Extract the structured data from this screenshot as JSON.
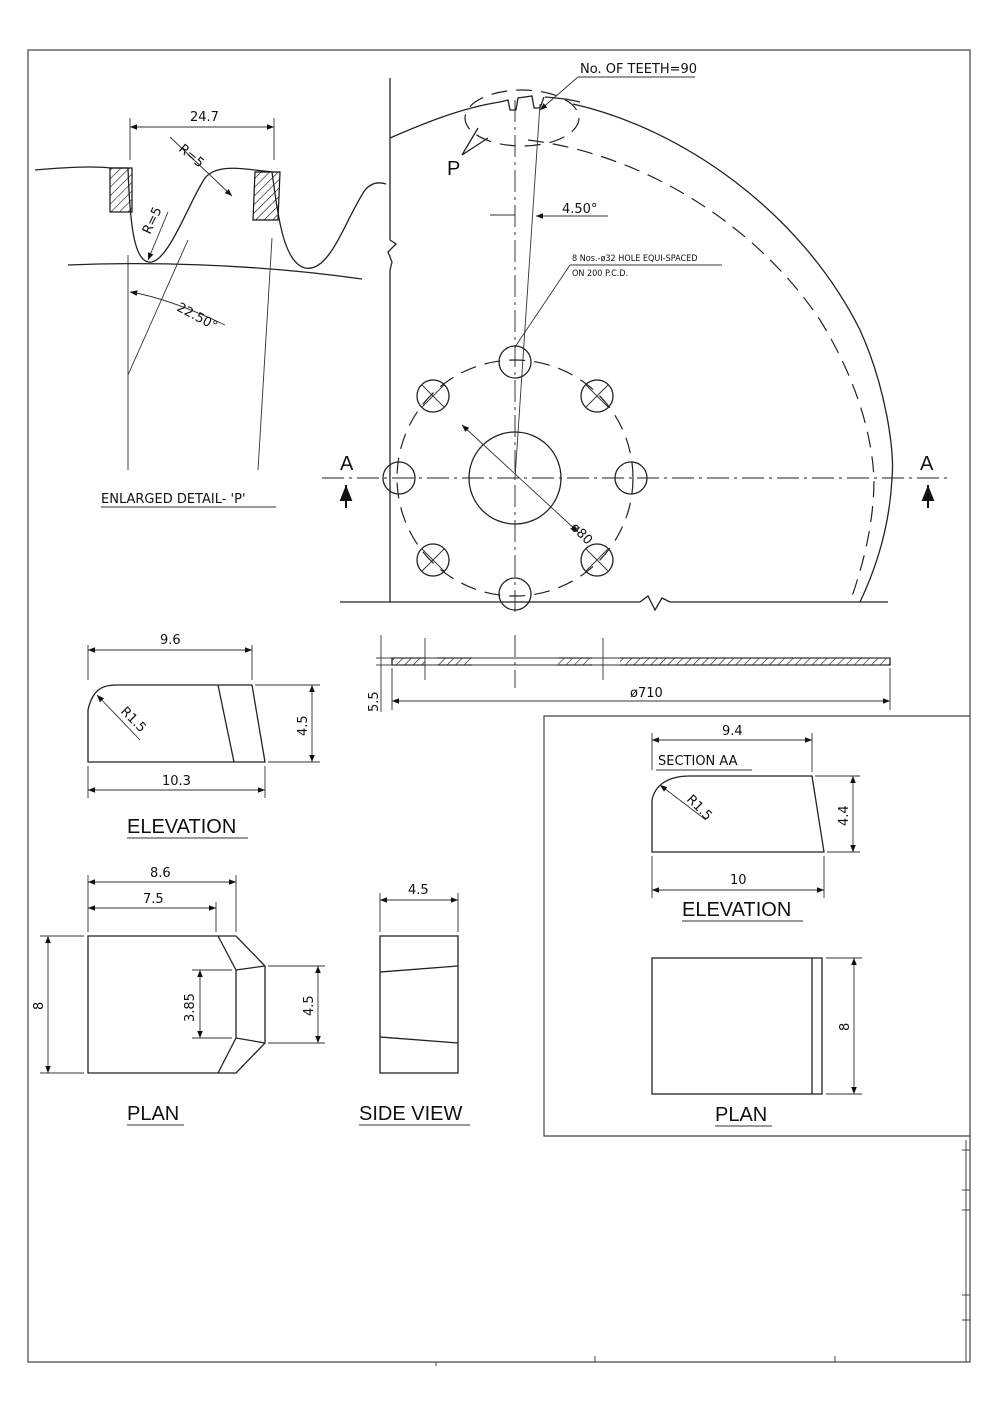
{
  "labels": {
    "teeth": "No. OF TEETH=90",
    "p_marker": "P",
    "angle_small": "4.50°",
    "holes_line1": "8 Nos.-ø32 HOLE EQUI-SPACED",
    "holes_line2": "ON 200 P.C.D.",
    "section_left": "A",
    "section_right": "A",
    "bore": "ø80",
    "disc_dia": "ø710",
    "disc_thk": "5.5"
  },
  "detail": {
    "title": "ENLARGED DETAIL- 'P'",
    "pitch": "24.7",
    "r_top": "R=5",
    "r_bottom": "R=5",
    "angle": "22.50°"
  },
  "tip_left": {
    "elevation_title": "ELEVATION",
    "top_len": "9.6",
    "bottom_len": "10.3",
    "height": "4.5",
    "radius": "R1.5",
    "plan_title": "PLAN",
    "plan_len": "8.6",
    "plan_len2": "7.5",
    "plan_width": "8",
    "plan_inner": "3.85",
    "plan_face": "4.5",
    "side_title": "SIDE VIEW",
    "side_width": "4.5"
  },
  "section_aa": {
    "heading": "SECTION  AA",
    "top_len": "9.4",
    "height": "4.4",
    "radius": "R1.5",
    "bottom_len": "10",
    "elevation_title": "ELEVATION",
    "plan_title": "PLAN",
    "plan_width": "8"
  },
  "colors": {
    "ink": "#111111",
    "paper": "#ffffff"
  }
}
